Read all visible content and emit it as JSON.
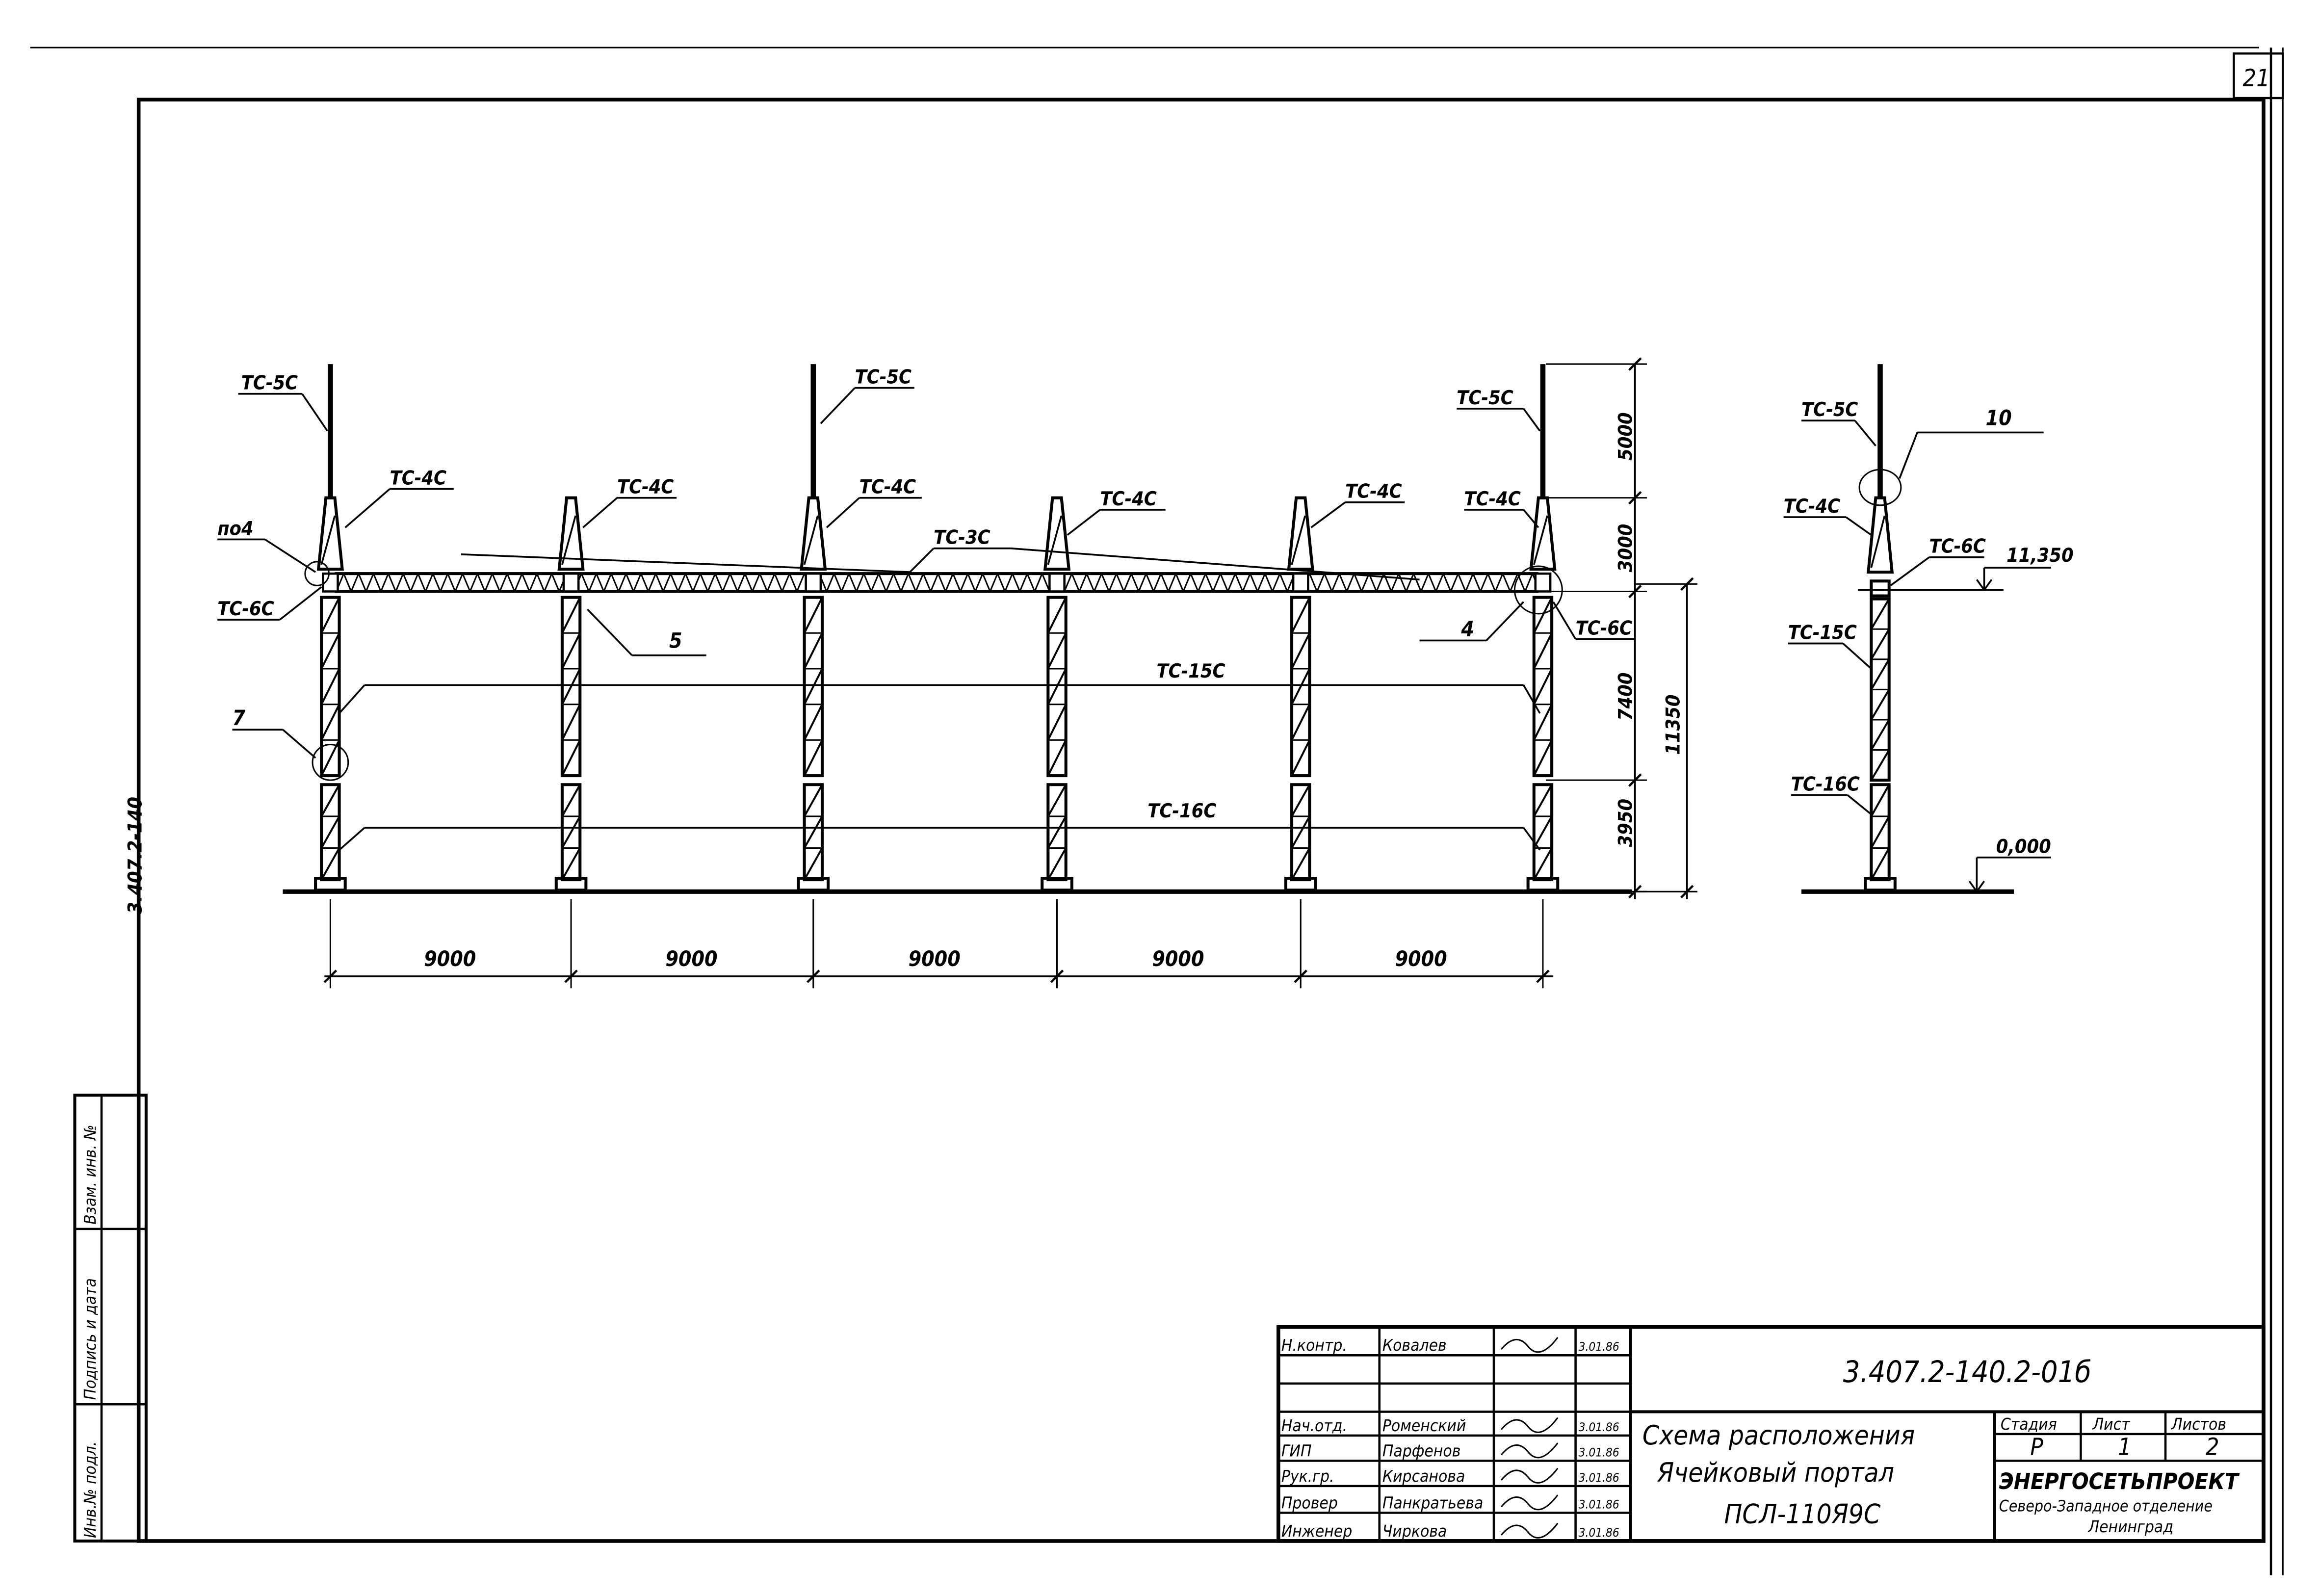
{
  "sheet_number": "21",
  "side_stamp": "3.407.2-140",
  "side_block": [
    "Инв.№ подл.",
    "Подпись и дата",
    "Взам. инв. №"
  ],
  "front_view": {
    "labels": {
      "mast": "ТС-5С",
      "cap": "ТС-4С",
      "beam": "ТС-3С",
      "node": "ТС-6С",
      "upper_column": "ТС-15С",
      "lower_column": "ТС-16С",
      "ref_po4": "по4"
    },
    "callouts": [
      "7",
      "5",
      "4"
    ],
    "spans": [
      "9000",
      "9000",
      "9000",
      "9000",
      "9000"
    ],
    "heights": [
      "5000",
      "3000",
      "7400",
      "3950"
    ],
    "total_height": "11350"
  },
  "side_view": {
    "labels": {
      "mast": "ТС-5С",
      "cap": "ТС-4С",
      "node": "ТС-6С",
      "upper_column": "ТС-15С",
      "lower_column": "ТС-16С"
    },
    "callout": "10",
    "elevation_top": "11,350",
    "elevation_ground": "0,000"
  },
  "title_block": {
    "document_code": "3.407.2-140.2-01б",
    "title_lines": [
      "Схема расположения",
      "Ячейковый портал",
      "ПСЛ-110Я9С"
    ],
    "stage_header": "Стадия",
    "sheet_header": "Лист",
    "sheets_header": "Листов",
    "stage": "Р",
    "sheet": "1",
    "sheets": "2",
    "organization": "ЭНЕРГОСЕТЬПРОЕКТ",
    "division": "Северо-Западное отделение",
    "city": "Ленинград",
    "signatures": [
      {
        "role": "Н.контр.",
        "name": "Ковалев",
        "date": "3.01.86"
      },
      {
        "role": "Нач.отд.",
        "name": "Роменский",
        "date": "3.01.86"
      },
      {
        "role": "ГИП",
        "name": "Парфенов",
        "date": "3.01.86"
      },
      {
        "role": "Рук.гр.",
        "name": "Кирсанова",
        "date": "3.01.86"
      },
      {
        "role": "Провер",
        "name": "Панкратьева",
        "date": "3.01.86"
      },
      {
        "role": "Инженер",
        "name": "Чиркова",
        "date": "3.01.86"
      }
    ]
  }
}
